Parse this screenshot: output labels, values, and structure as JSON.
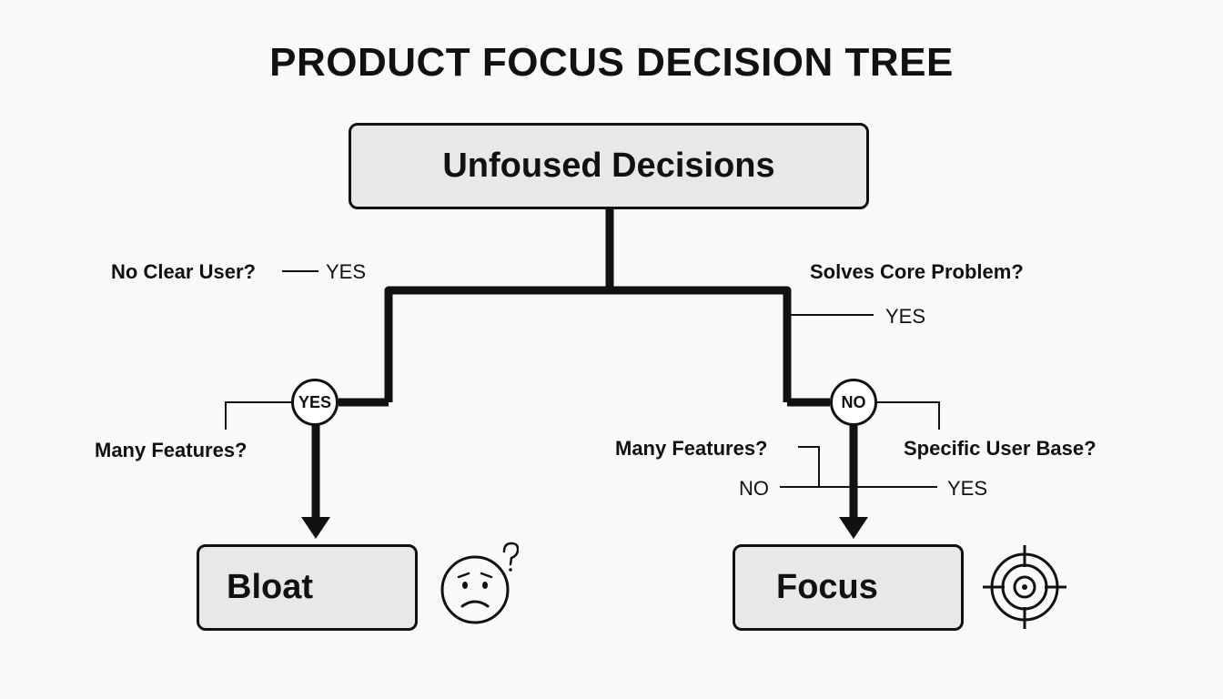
{
  "title": "PRODUCT FOCUS DECISION TREE",
  "root": {
    "label": "Unfoused Decisions"
  },
  "left_branch": {
    "question_top": "No Clear User?",
    "answer_top": "YES",
    "node_label": "YES",
    "question_bottom": "Many Features?",
    "outcome": {
      "label": "Bloat",
      "icon": "confused-face-icon"
    }
  },
  "right_branch": {
    "question_top": "Solves Core Problem?",
    "answer_top": "YES",
    "node_label": "NO",
    "question_left": "Many Features?",
    "answer_left": "NO",
    "question_right": "Specific User Base?",
    "answer_right": "YES",
    "outcome": {
      "label": "Focus",
      "icon": "target-icon"
    }
  },
  "colors": {
    "background": "#f8f9f8",
    "box_fill": "#e8e8e8",
    "stroke": "#111111"
  }
}
